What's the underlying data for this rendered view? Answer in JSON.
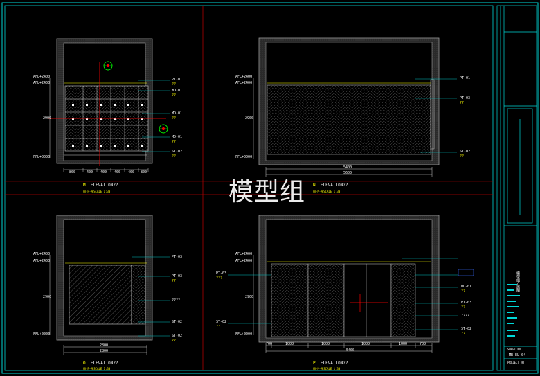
{
  "watermark": "模型组",
  "colors": {
    "background": "#000000",
    "frame": "#00d7d7",
    "grid": "#b00000",
    "wall": "#7d7d7d",
    "text": "#ffffff",
    "annotation": "#ffff00",
    "tag": "#00ff00",
    "leader": "#00c0c0",
    "marker": "#ff0000"
  },
  "panels": [
    {
      "id": "M",
      "title_letter": "M",
      "title_text": "ELEVATION??",
      "title_sub": "图-P-图SCALE 1:30",
      "level_labels": [
        "AFL+2400",
        "AFL+2400",
        "FFL+0000"
      ],
      "dim_vertical": "2900",
      "dims_bottom": [
        "800",
        "400",
        "400",
        "400",
        "400",
        "800"
      ],
      "tags": [
        {
          "code": "PT-01",
          "note": "??"
        },
        {
          "code": "MD-01",
          "note": "??"
        },
        {
          "code": "MD-01",
          "note": "??"
        },
        {
          "code": "MD-01",
          "note": "??"
        },
        {
          "code": "ST-02",
          "note": "??"
        }
      ]
    },
    {
      "id": "N",
      "title_letter": "N",
      "title_text": "ELEVATION??",
      "title_sub": "图-P-图SCALE 1:30",
      "level_labels": [
        "AFL+2400",
        "AFL+2400",
        "FFL+0000"
      ],
      "dim_vertical": "2900",
      "dims_bottom": [
        "5400",
        "5600"
      ],
      "tags": [
        {
          "code": "PT-01",
          "note": ""
        },
        {
          "code": "PT-03",
          "note": "??"
        },
        {
          "code": "ST-02",
          "note": "??"
        }
      ]
    },
    {
      "id": "O",
      "title_letter": "O",
      "title_text": "ELEVATION??",
      "title_sub": "图-P-图SCALE 1:30",
      "level_labels": [
        "AFL+2400",
        "AFL+2400",
        "FFL+0000"
      ],
      "dim_vertical": "2900",
      "dims_bottom": [
        "2800",
        "2800"
      ],
      "tags": [
        {
          "code": "PT-03",
          "note": ""
        },
        {
          "code": "PT-03",
          "note": "??"
        },
        {
          "code": "????",
          "note": ""
        },
        {
          "code": "ST-02",
          "note": ""
        },
        {
          "code": "ST-02",
          "note": "??"
        }
      ]
    },
    {
      "id": "P",
      "title_letter": "P",
      "title_text": "ELEVATION??",
      "title_sub": "图-P-图SCALE 1:30",
      "level_labels": [
        "AFL+2400",
        "AFL+2400",
        "FFL+0000"
      ],
      "dim_vertical": "2900",
      "dims_bottom": [
        "700",
        "1000",
        "1000",
        "1000",
        "1000",
        "700"
      ],
      "dim_total": "5400",
      "tags": [
        {
          "code": "PT-03",
          "note": "???"
        },
        {
          "code": "ST-02",
          "note": "??"
        },
        {
          "code": "MD-01",
          "note": "??"
        },
        {
          "code": "PT-03",
          "note": "??"
        },
        {
          "code": "????",
          "note": ""
        },
        {
          "code": "ST-02",
          "note": "??"
        }
      ]
    }
  ],
  "title_block": {
    "drawing_title": "模型组立面图",
    "sheet_label": "SHEET NO.",
    "sheet_no": "MB-EL-04",
    "project_label": "PROJECT NO."
  }
}
